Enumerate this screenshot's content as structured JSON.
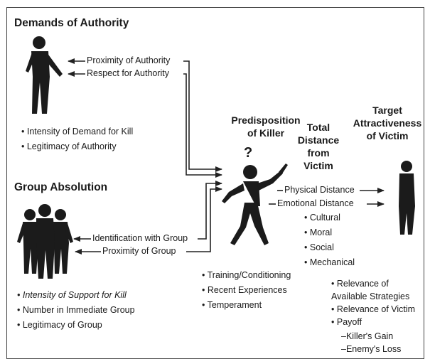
{
  "authority": {
    "title": "Demands of Authority",
    "bullets": [
      "Intensity of Demand for Kill",
      "Legitimacy of Authority"
    ],
    "arrow_labels": [
      "Proximity of Authority",
      "Respect for Authority"
    ]
  },
  "group": {
    "title": "Group Absolution",
    "bullets_italic": "Intensity of Support for Kill",
    "bullets": [
      "Number in Immediate Group",
      "Legitimacy of Group"
    ],
    "arrow_labels": [
      "Identification with Group",
      "Proximity of Group"
    ]
  },
  "killer": {
    "title": "Predisposition of Killer",
    "mark": "?",
    "bullets": [
      "Training/Conditioning",
      "Recent Experiences",
      "Temperament"
    ]
  },
  "distance": {
    "title": "Total Distance from Victim",
    "physical": "Physical Distance",
    "emotional": "Emotional Distance",
    "subitems": [
      "Cultural",
      "Moral",
      "Social",
      "Mechanical"
    ]
  },
  "victim": {
    "title": "Target Attractiveness of Victim",
    "bullets": [
      "Relevance of Available Strategies",
      "Relevance of Victim",
      "Payoff"
    ],
    "payoff_items": [
      "–Killer's Gain",
      "–Enemy's Loss"
    ]
  }
}
